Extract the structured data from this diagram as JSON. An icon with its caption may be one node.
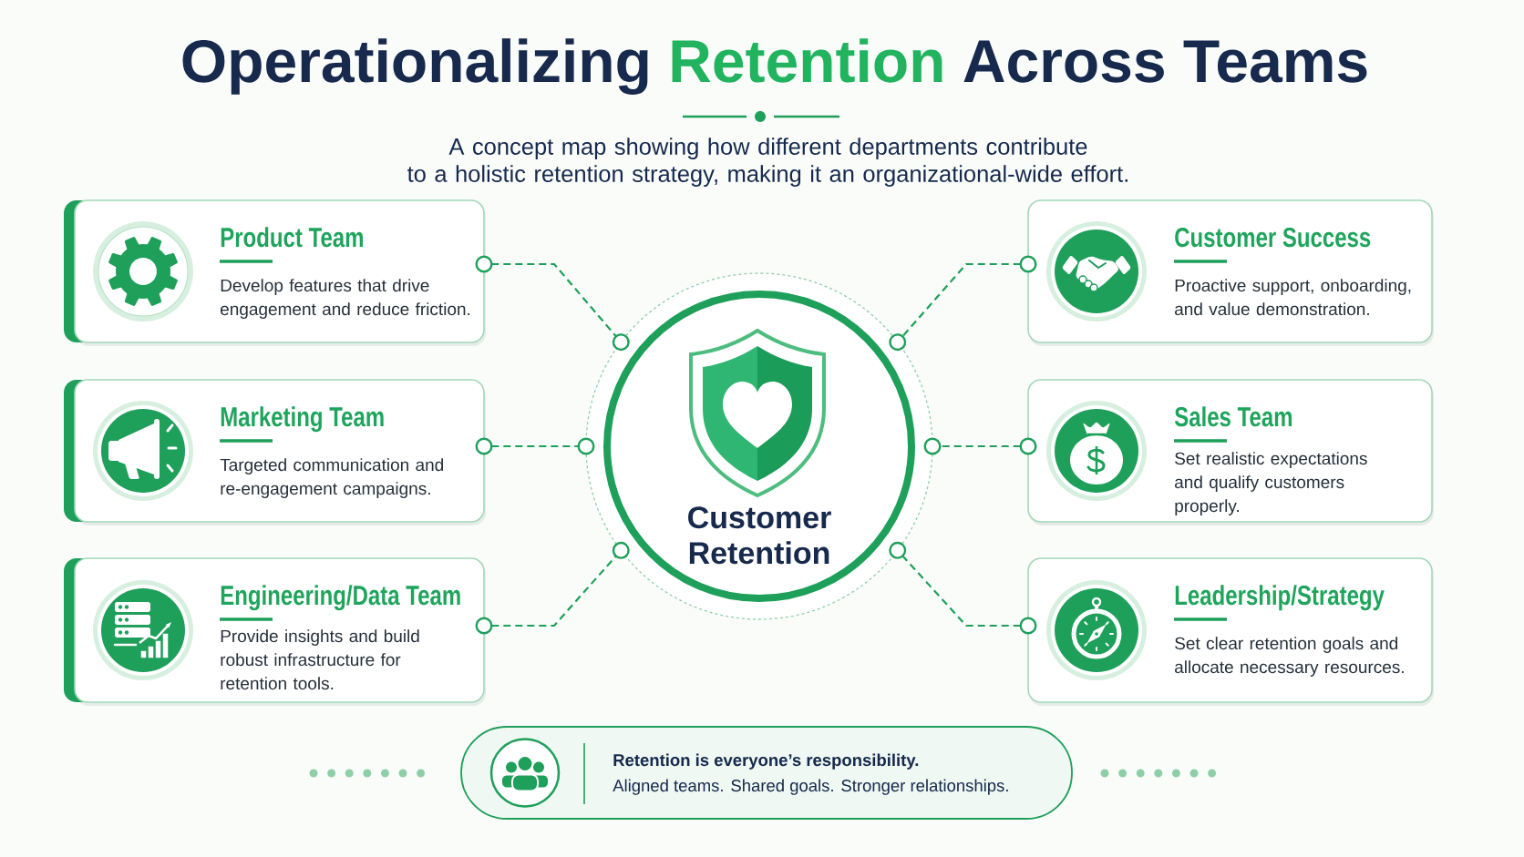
{
  "diagram": {
    "title": "Operationalizing Retention Across Teams",
    "nodes": [
      {
        "text": [
          "Product Team",
          "Develop features that drive engagement and reduce friction."
        ]
      },
      {
        "text": [
          "Marketing Team",
          "Targeted communication and re-engagement campaigns."
        ]
      },
      {
        "text": [
          "Engineering/Data Team",
          "Provide insights and build robust infrastructure for retention tools."
        ]
      },
      {
        "text": [
          "Customer Retention"
        ]
      },
      {
        "text": [
          "Customer Success",
          "Proactive support, onboarding, and value demonstration."
        ]
      },
      {
        "text": [
          "Sales Team",
          "Set realistic expectations and qualify customers properly."
        ]
      },
      {
        "text": [
          "Leadership/Strategy",
          "Set clear retention goals and allocate necessary resources."
        ]
      },
      {
        "text": [
          "Retention is everyone’s responsibility.",
          "Aligned teams. Shared goals. Stronger relationships."
        ]
      }
    ],
    "edges": [
      {
        "from": 0,
        "to": 3,
        "arrow": "other",
        "style": "dashed"
      },
      {
        "from": 1,
        "to": 3,
        "arrow": "other",
        "style": "dashed"
      },
      {
        "from": 2,
        "to": 3,
        "arrow": "other",
        "style": "dashed"
      },
      {
        "from": 4,
        "to": 3,
        "arrow": "other",
        "style": "dashed"
      },
      {
        "from": 5,
        "to": 3,
        "arrow": "other",
        "style": "dashed"
      },
      {
        "from": 6,
        "to": 3,
        "arrow": "other",
        "style": "dashed"
      }
    ],
    "labels": [
      "A concept map showing how different departments contribute to a holistic retention strategy, making it an organizational-wide effort."
    ]
  }
}
